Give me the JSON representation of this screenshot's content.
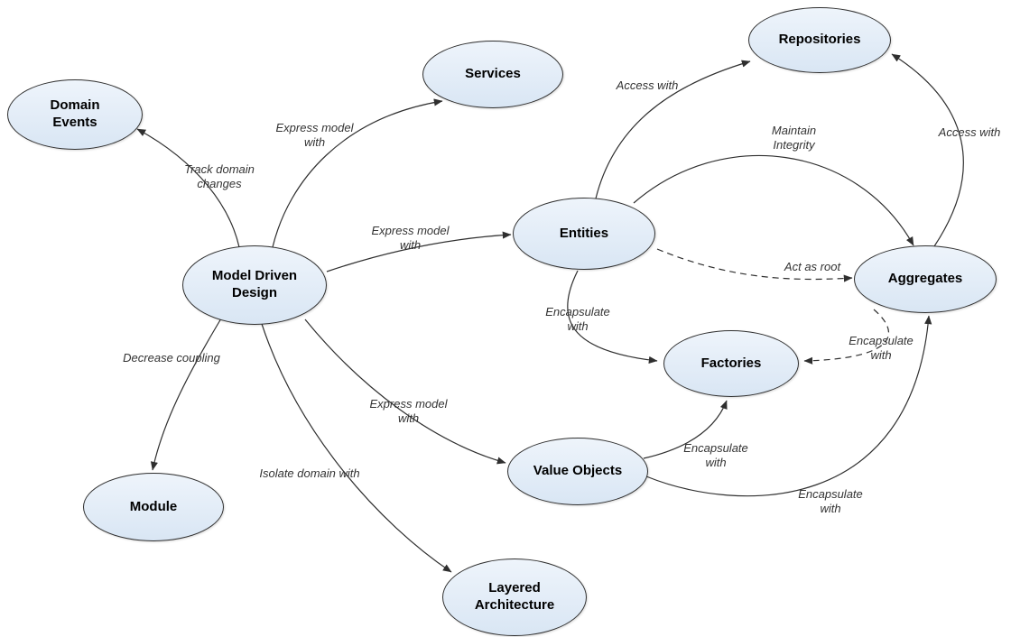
{
  "nodes": [
    {
      "id": "domain-events",
      "label": "Domain Events"
    },
    {
      "id": "services",
      "label": "Services"
    },
    {
      "id": "repositories",
      "label": "Repositories"
    },
    {
      "id": "model-driven-design",
      "label": "Model Driven Design"
    },
    {
      "id": "entities",
      "label": "Entities"
    },
    {
      "id": "aggregates",
      "label": "Aggregates"
    },
    {
      "id": "factories",
      "label": "Factories"
    },
    {
      "id": "module",
      "label": "Module"
    },
    {
      "id": "value-objects",
      "label": "Value Objects"
    },
    {
      "id": "layered-architecture",
      "label": "Layered Architecture"
    }
  ],
  "edges": [
    {
      "from": "model-driven-design",
      "to": "domain-events",
      "label": "Track domain changes",
      "line": "solid"
    },
    {
      "from": "model-driven-design",
      "to": "services",
      "label": "Express model with",
      "line": "solid"
    },
    {
      "from": "model-driven-design",
      "to": "entities",
      "label": "Express model with",
      "line": "solid"
    },
    {
      "from": "model-driven-design",
      "to": "value-objects",
      "label": "Express model with",
      "line": "solid"
    },
    {
      "from": "model-driven-design",
      "to": "module",
      "label": "Decrease coupling",
      "line": "solid"
    },
    {
      "from": "model-driven-design",
      "to": "layered-architecture",
      "label": "Isolate domain with",
      "line": "solid"
    },
    {
      "from": "entities",
      "to": "repositories",
      "label": "Access with",
      "line": "solid"
    },
    {
      "from": "aggregates",
      "to": "repositories",
      "label": "Access with",
      "line": "solid"
    },
    {
      "from": "entities",
      "to": "aggregates",
      "label": "Maintain Integrity",
      "line": "solid"
    },
    {
      "from": "entities",
      "to": "aggregates",
      "label": "Act as root",
      "line": "dashed"
    },
    {
      "from": "entities",
      "to": "factories",
      "label": "Encapsulate with",
      "line": "solid"
    },
    {
      "from": "value-objects",
      "to": "factories",
      "label": "Encapsulate with",
      "line": "solid"
    },
    {
      "from": "aggregates",
      "to": "factories",
      "label": "Encapsulate with",
      "line": "dashed"
    },
    {
      "from": "value-objects",
      "to": "aggregates",
      "label": "Encapsulate with",
      "line": "solid"
    }
  ],
  "colors": {
    "background": "#ffffff",
    "node_fill": "#d9e6f4",
    "node_border": "#2f2f2f",
    "edge": "#2f2f2f",
    "label": "#333333"
  }
}
